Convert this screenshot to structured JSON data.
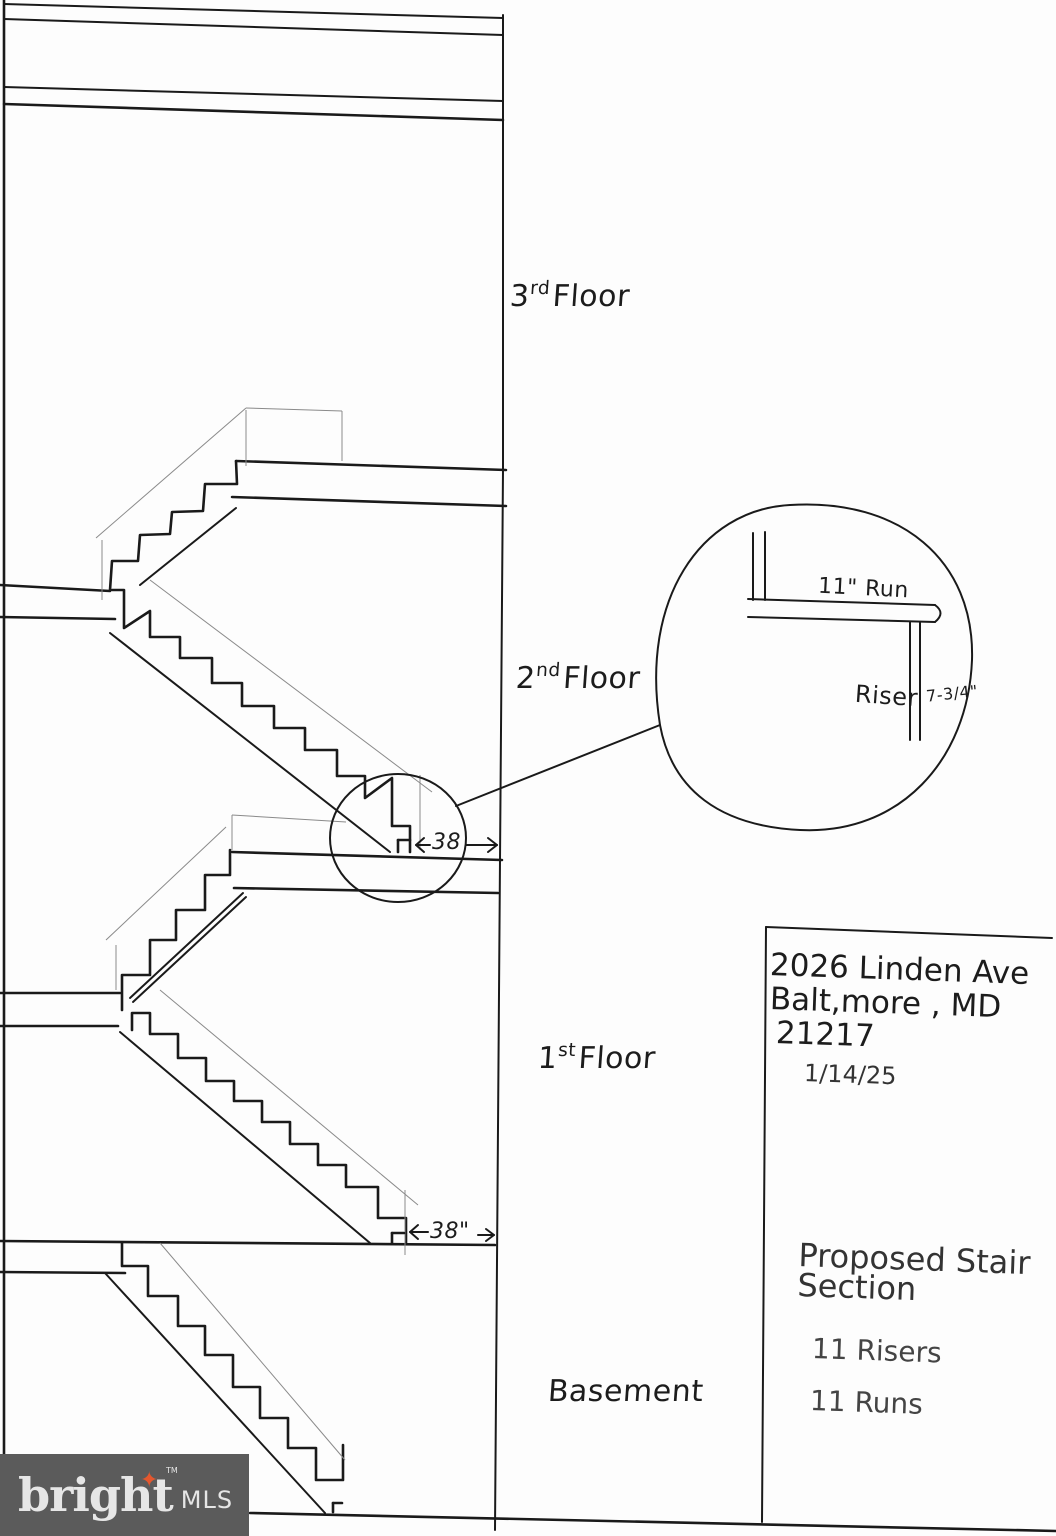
{
  "drawing": {
    "title": "Proposed Stair Section",
    "address": {
      "street": "2026 Linden Ave",
      "city_state": "Balt,more , MD",
      "zip": "21217",
      "date": "1/14/25"
    },
    "notes": {
      "risers": "11 Risers",
      "runs": "11 Runs"
    },
    "floors": [
      {
        "id": "third",
        "num": "3",
        "suffix": "rd",
        "label": "Floor"
      },
      {
        "id": "second",
        "num": "2",
        "suffix": "nd",
        "label": "Floor"
      },
      {
        "id": "first",
        "num": "1",
        "suffix": "st",
        "label": "Floor"
      },
      {
        "id": "basement",
        "num": "",
        "suffix": "",
        "label": "Basement"
      }
    ],
    "dimensions": {
      "landing_2nd": "38",
      "landing_1st": "38\""
    },
    "detail": {
      "run": "11\" Run",
      "riser_label": "Riser",
      "riser_value": "7-3/4\""
    }
  },
  "watermark": {
    "brand": "bright",
    "suffix": "MLS",
    "tm": "TM",
    "bg_color": "#5b5b5b",
    "accent_color": "#e4572e"
  }
}
